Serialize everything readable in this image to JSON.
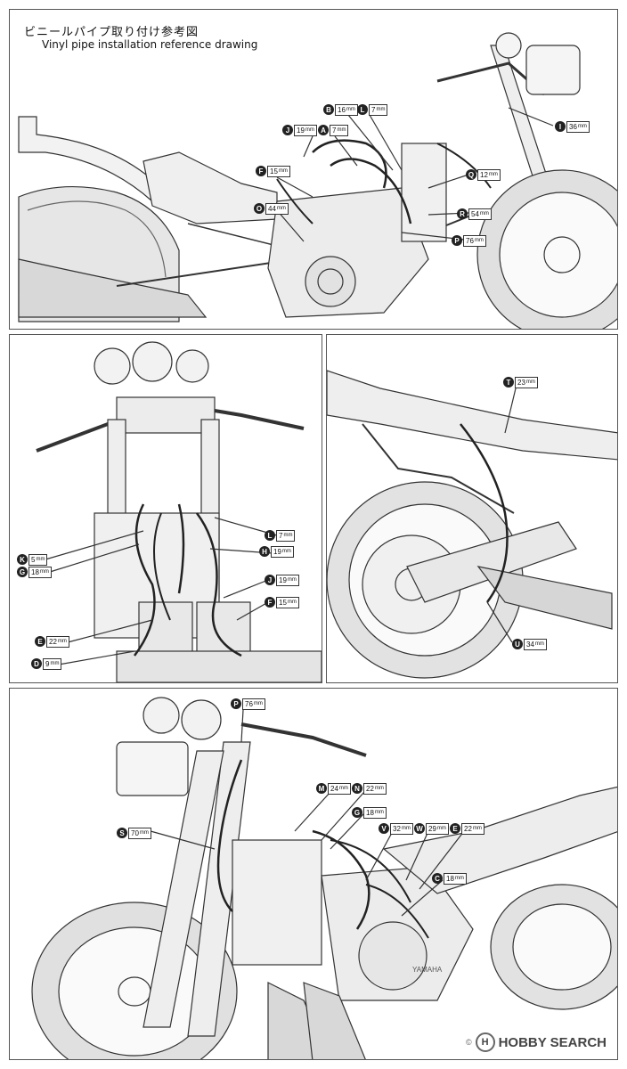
{
  "header": {
    "title_jp": "ビニールパイプ取り付け参考図",
    "title_en": "Vinyl pipe installation reference drawing"
  },
  "unit": "mm",
  "panels": {
    "top": {
      "callouts": [
        {
          "letter": "B",
          "value": "16"
        },
        {
          "letter": "L",
          "value": "7"
        },
        {
          "letter": "J",
          "value": "19"
        },
        {
          "letter": "A",
          "value": "7"
        },
        {
          "letter": "I",
          "value": "36"
        },
        {
          "letter": "F",
          "value": "15"
        },
        {
          "letter": "Q",
          "value": "12"
        },
        {
          "letter": "O",
          "value": "44"
        },
        {
          "letter": "R",
          "value": "54"
        },
        {
          "letter": "P",
          "value": "76"
        }
      ]
    },
    "middle_left": {
      "callouts": [
        {
          "letter": "L",
          "value": "7"
        },
        {
          "letter": "K",
          "value": "5"
        },
        {
          "letter": "H",
          "value": "19"
        },
        {
          "letter": "G",
          "value": "18"
        },
        {
          "letter": "J",
          "value": "19"
        },
        {
          "letter": "F",
          "value": "15"
        },
        {
          "letter": "E",
          "value": "22"
        },
        {
          "letter": "D",
          "value": "9"
        }
      ]
    },
    "middle_right": {
      "callouts": [
        {
          "letter": "T",
          "value": "23"
        },
        {
          "letter": "U",
          "value": "34"
        }
      ]
    },
    "bottom": {
      "callouts": [
        {
          "letter": "P",
          "value": "76"
        },
        {
          "letter": "M",
          "value": "24"
        },
        {
          "letter": "N",
          "value": "22"
        },
        {
          "letter": "G",
          "value": "18"
        },
        {
          "letter": "S",
          "value": "70"
        },
        {
          "letter": "V",
          "value": "32"
        },
        {
          "letter": "W",
          "value": "29"
        },
        {
          "letter": "E",
          "value": "22"
        },
        {
          "letter": "C",
          "value": "18"
        }
      ],
      "engine_text": "YAMAHA"
    }
  },
  "watermark": {
    "copyright": "©",
    "brand": "HOBBY SEARCH",
    "logo_letter": "H"
  }
}
